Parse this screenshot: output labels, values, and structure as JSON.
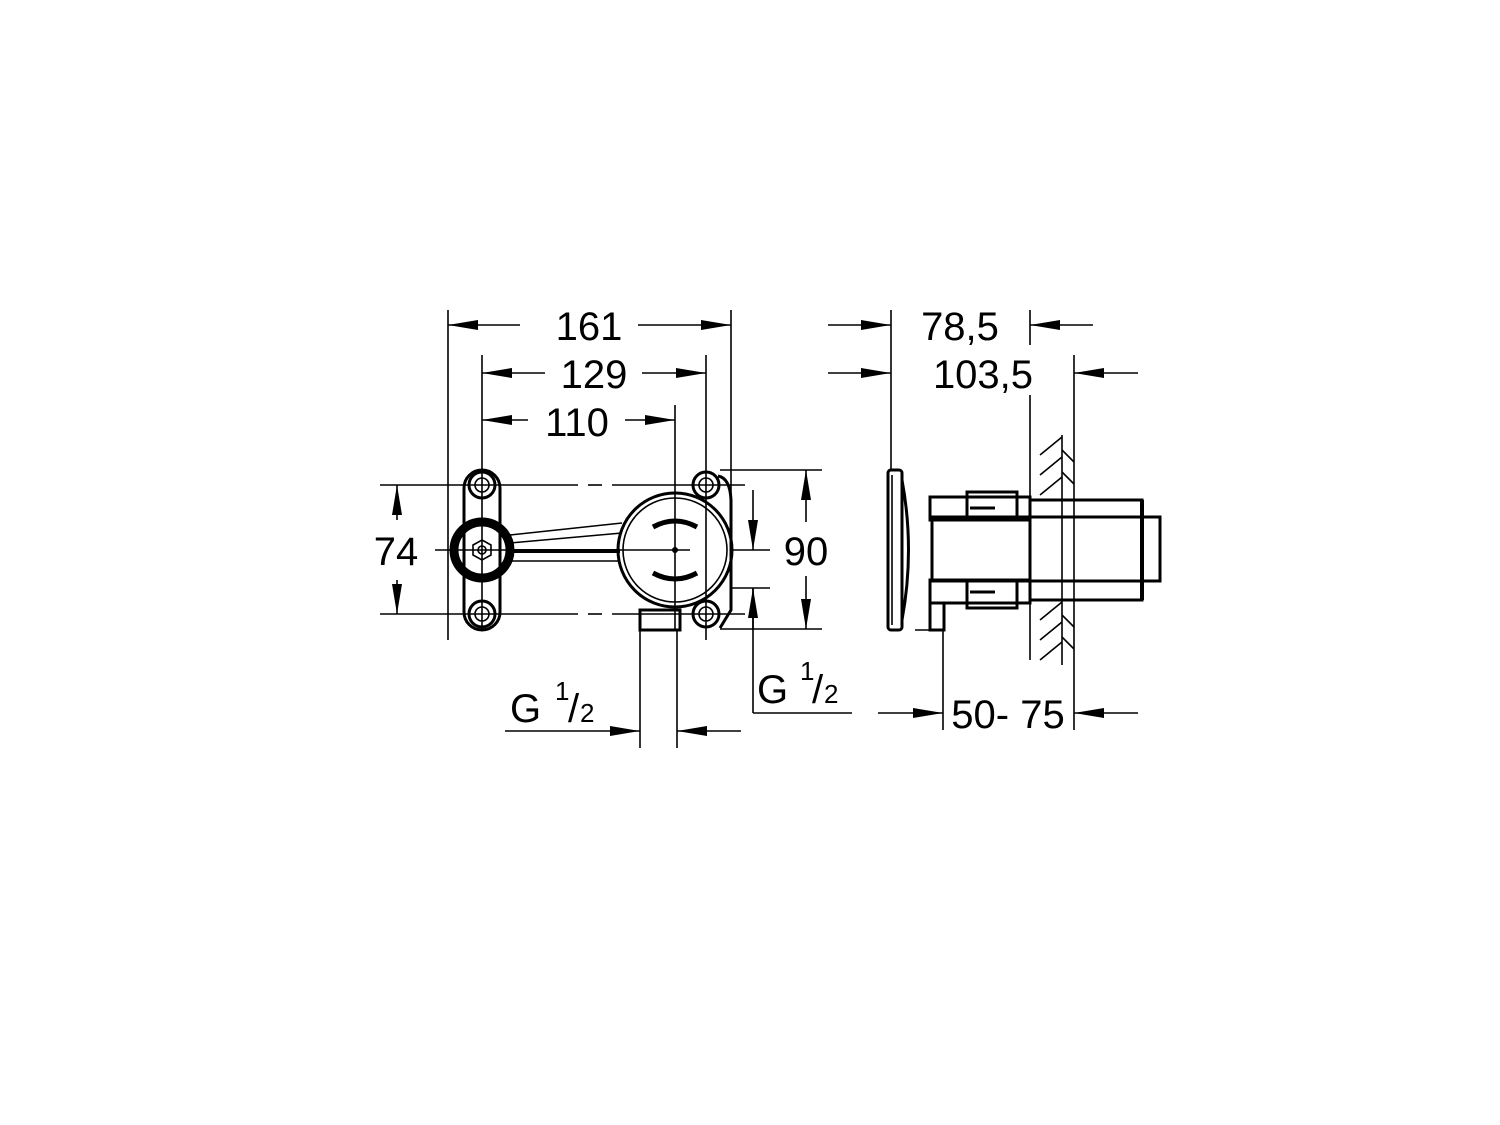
{
  "drawing": {
    "front_view": {
      "dim_overall_width": "161",
      "dim_mount_spacing": "129",
      "dim_center_distance": "110",
      "dim_left_height": "74",
      "dim_right_height": "90",
      "thread_bottom": {
        "g": "G",
        "num": "1",
        "slash": "/",
        "den": "2"
      },
      "thread_right": {
        "g": "G",
        "num": "1",
        "slash": "/",
        "den": "2"
      }
    },
    "side_view": {
      "dim_depth_1": "78,5",
      "dim_depth_2": "103,5",
      "dim_wall_range": "50- 75"
    },
    "colors": {
      "line": "#000000",
      "background": "#ffffff"
    }
  }
}
